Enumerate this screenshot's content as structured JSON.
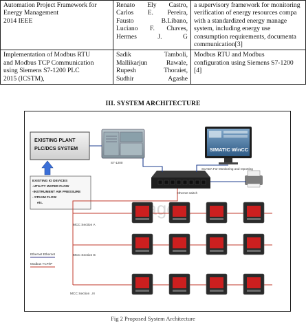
{
  "table_rows": [
    {
      "paper_lines": [
        "Automation Project Framework for",
        "Energy Management",
        "2014 IEEE"
      ],
      "author_lines": [
        "Renato Ely Castro,",
        "Carlos E. Pereira,",
        "Fausto B.Libano,",
        "Luciano F. Chaves,",
        "Hermes J. G"
      ],
      "summary_lines": [
        "a supervisory framework for monitoring",
        "verification of energy resources compa",
        "with a standardized energy manage",
        "system, including energy use",
        "consumption requirements, documenta",
        "communication[3]"
      ]
    },
    {
      "paper_lines": [
        "Implementation of Modbus RTU",
        "and Modbus TCP Communication",
        "using Siemens S7-1200 PLC",
        "2015 (ICSTM),"
      ],
      "author_lines": [
        "Sadik Tamboli,",
        "Mallikarjun Rawale,",
        "Rupesh Thoraiet,",
        "Sudhir Agashe"
      ],
      "summary_lines": [
        "Modbus RTU and Modbus",
        "configuration using Siemens S7-1200",
        "[4]"
      ]
    }
  ],
  "section_heading": "III. SYSTEM ARCHITECTURE",
  "figure": {
    "existing_plant": [
      "EXISTING PLANT",
      "PLC/DCS SYSTEM"
    ],
    "io_devices": [
      "EXISTING IO DEVICES",
      "-UTILITY WATER FLOW",
      "-INSTRUMENT AIR PRESSURE",
      "- STEAM FLOW",
      "etc."
    ],
    "plc_label": "S7-1200",
    "scada_screen_text": "SIMATIC WinCC",
    "scada_label": "SCADA For Monitoring and reporting",
    "switch_label": "Ethernet switch",
    "watermark": "Page 1",
    "mcc_sections": [
      "MCC Section A",
      "MCC Section B",
      "MCC Section ..N"
    ],
    "legend": [
      {
        "label": "Ethernet Ethernet",
        "color": "#3a3a8a"
      },
      {
        "label": "Modbus TCP/IP",
        "color": "#c0392b"
      }
    ]
  },
  "caption": "Fig 2 Proposed System Architecture",
  "colors": {
    "bus_red": "#c0392b",
    "ethernet_blue": "#1f3f8f",
    "meter_body": "#2a2a2a",
    "meter_screen": "#cc1f1f"
  }
}
